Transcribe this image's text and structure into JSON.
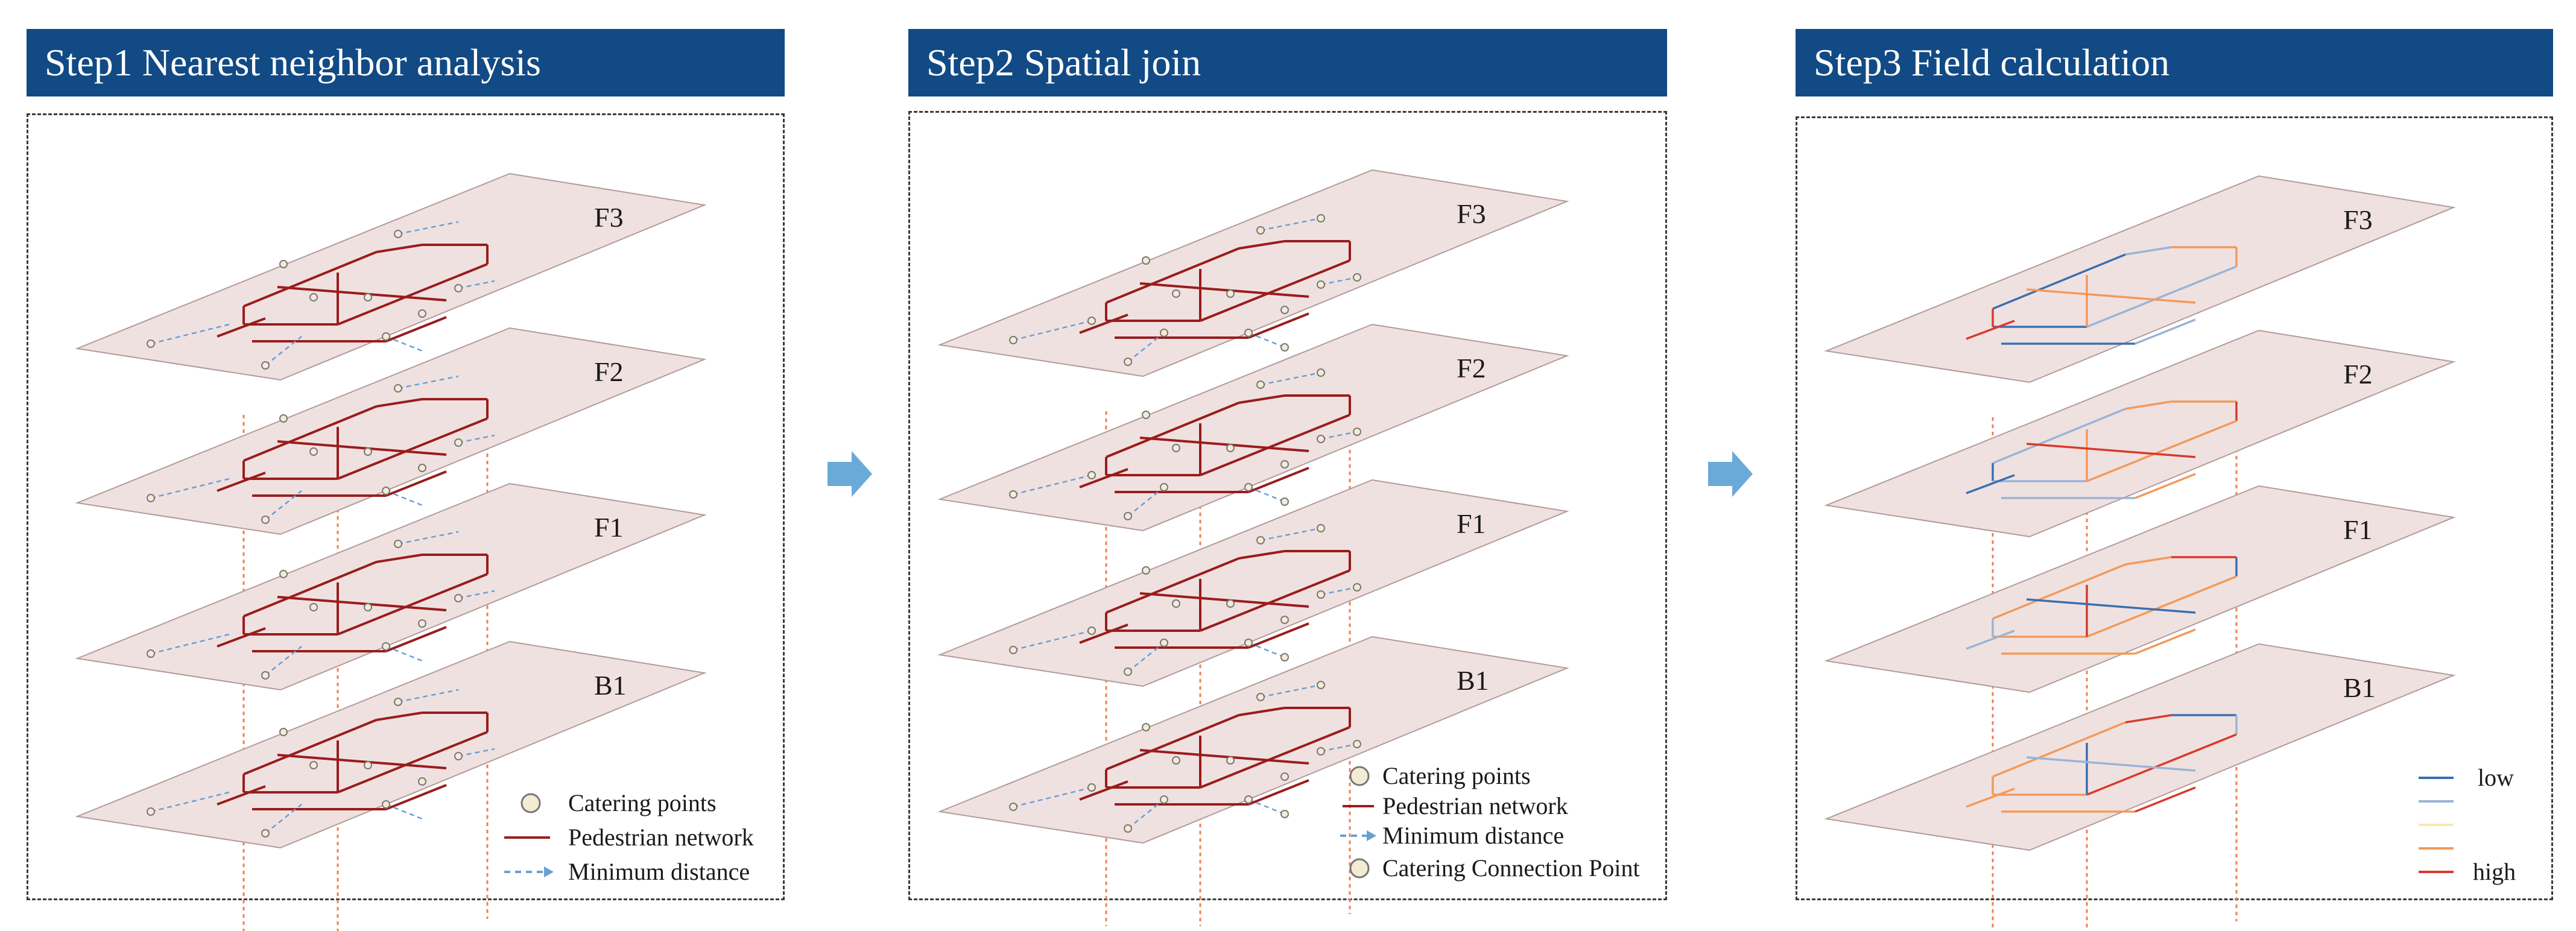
{
  "steps": [
    {
      "title": "Step1 Nearest neighbor analysis"
    },
    {
      "title": "Step2 Spatial join"
    },
    {
      "title": "Step3 Field calculation"
    }
  ],
  "floors": [
    "F3",
    "F2",
    "F1",
    "B1"
  ],
  "legend1": {
    "catering_points": "Catering points",
    "pedestrian_network": "Pedestrian network",
    "minimum_distance": "Minimum distance"
  },
  "legend2": {
    "catering_points": "Catering points",
    "pedestrian_network": "Pedestrian network",
    "minimum_distance": "Minimum distance",
    "connection_point": "Catering Connection Point"
  },
  "legend3": {
    "low": "low",
    "high": "high"
  },
  "colors": {
    "header_bg": "#114a85",
    "plane_fill": "#f0e1e1",
    "plane_stroke": "#b29a9a",
    "network": "#9a1c1c",
    "min_distance": "#6a9fd2",
    "vertical_link": "#f08050",
    "arrow": "#6aaad8",
    "point_fill": "#f4ebd4",
    "point_stroke": "#777777",
    "ramp": [
      "#3a6fb0",
      "#9ab4d6",
      "#f6e9b0",
      "#f29a5a",
      "#d83a2a"
    ]
  },
  "icons": {
    "arrow": "right-arrow-icon"
  }
}
